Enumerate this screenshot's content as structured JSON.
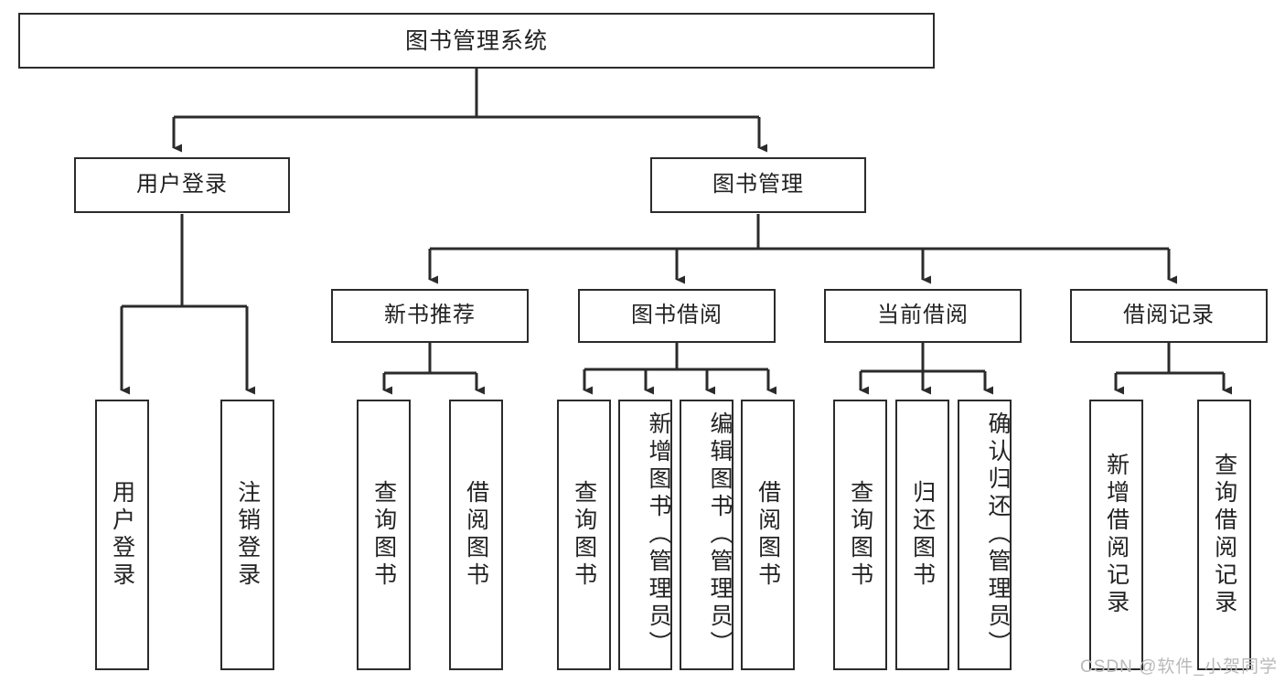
{
  "diagram": {
    "type": "tree",
    "title": "图书管理系统",
    "colors": {
      "stroke": "#2b2b2b",
      "box_fill": "#ffffff",
      "text": "#222222",
      "watermark": "#b9b9b9",
      "background": "#ffffff"
    },
    "root": {
      "label": "图书管理系统"
    },
    "level2": [
      {
        "label": "用户登录"
      },
      {
        "label": "图书管理"
      }
    ],
    "level3": [
      {
        "label": "新书推荐"
      },
      {
        "label": "图书借阅"
      },
      {
        "label": "当前借阅"
      },
      {
        "label": "借阅记录"
      }
    ],
    "leaves": {
      "user_login": [
        {
          "label": "用户登录"
        },
        {
          "label": "注销登录"
        }
      ],
      "new_book_recommend": [
        {
          "label": "查询图书"
        },
        {
          "label": "借阅图书"
        }
      ],
      "book_borrow": [
        {
          "label": "查询图书"
        },
        {
          "label": "新增图书（管理员）"
        },
        {
          "label": "编辑图书（管理员）"
        },
        {
          "label": "借阅图书"
        }
      ],
      "current_borrow": [
        {
          "label": "查询图书"
        },
        {
          "label": "归还图书"
        },
        {
          "label": "确认归还（管理员）"
        }
      ],
      "borrow_record": [
        {
          "label": "新增借阅记录"
        },
        {
          "label": "查询借阅记录"
        }
      ]
    },
    "watermark": "CSDN @软件_小贺同学"
  }
}
